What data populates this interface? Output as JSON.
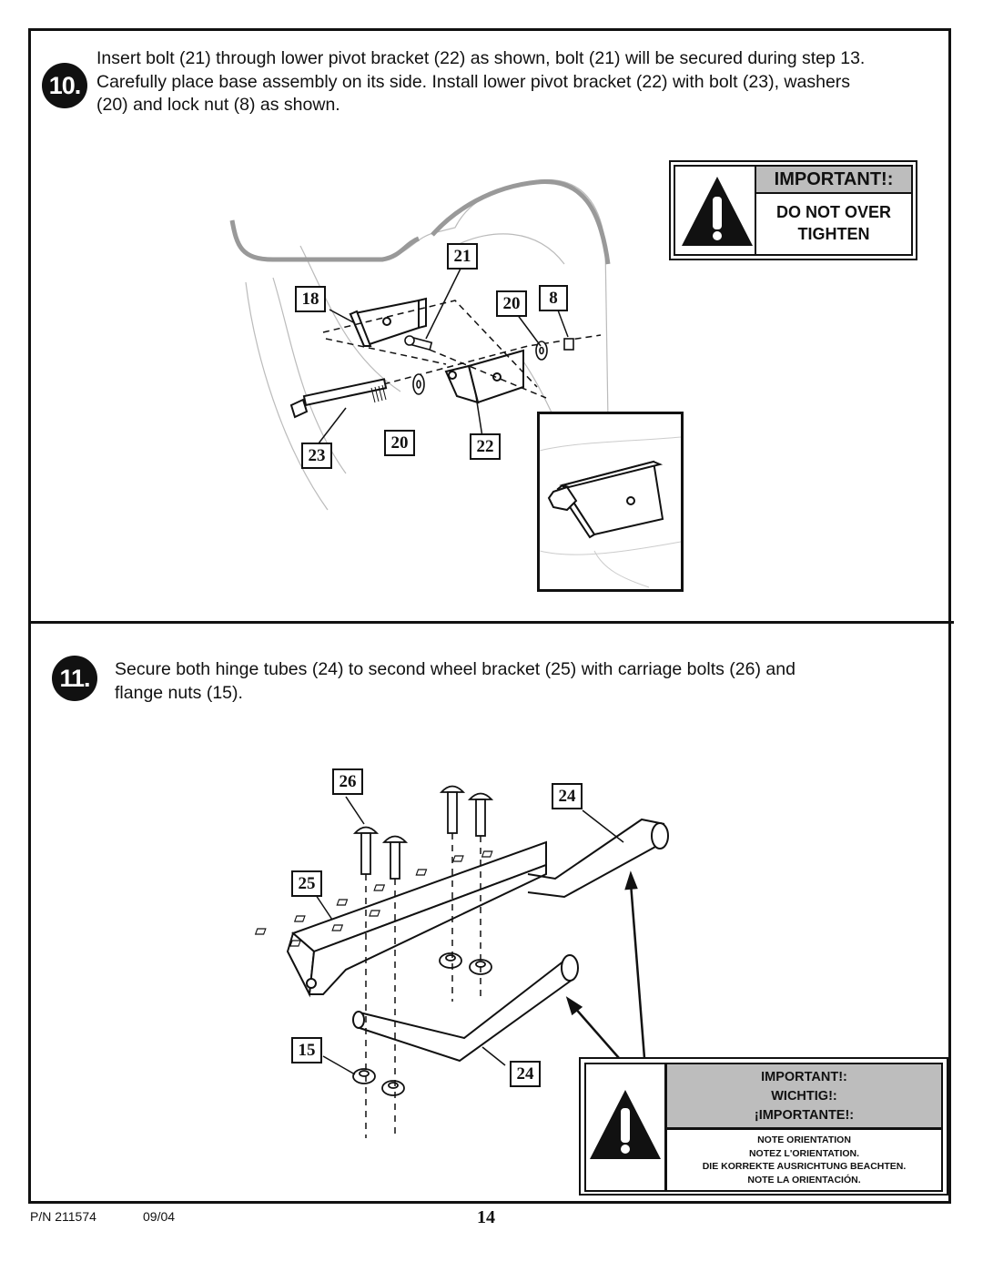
{
  "steps": [
    {
      "number": "10.",
      "lines": [
        "Insert bolt (21) through lower pivot bracket (22) as shown, bolt (21) will be secured during step 13.",
        "Carefully place base assembly on its side. Install lower pivot bracket (22) with bolt (23), washers",
        "(20) and lock nut (8) as shown."
      ],
      "callouts": [
        "21",
        "18",
        "20",
        "8",
        "23",
        "20",
        "22"
      ],
      "warning": {
        "header": "IMPORTANT!:",
        "line1": "DO NOT OVER",
        "line2": "TIGHTEN"
      }
    },
    {
      "number": "11.",
      "lines": [
        "Secure both hinge tubes (24) to second wheel bracket (25) with carriage bolts (26) and",
        "flange nuts (15)."
      ],
      "callouts": [
        "26",
        "24",
        "25",
        "15",
        "24"
      ],
      "warning": {
        "header1": "IMPORTANT!:",
        "header2": "WICHTIG!:",
        "header3": "¡IMPORTANTE!:",
        "notes": [
          "NOTE ORIENTATION",
          "NOTEZ L'ORIENTATION.",
          "DIE KORREKTE AUSRICHTUNG BEACHTEN.",
          "NOTE LA ORIENTACIÓN."
        ]
      }
    }
  ],
  "footer": {
    "part_number": "P/N 211574",
    "date": "09/04",
    "page": "14"
  }
}
